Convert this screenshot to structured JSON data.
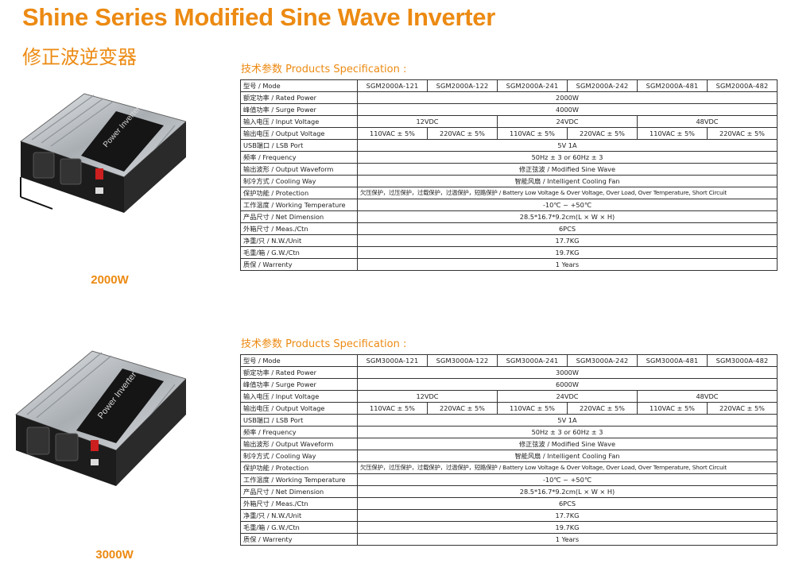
{
  "header": {
    "title": "Shine Series Modified Sine Wave Inverter",
    "subtitle": "修正波逆变器"
  },
  "colors": {
    "accent": "#ec8a12",
    "body": "#3a3a3a",
    "panel": "#c8ccd0"
  },
  "sections": [
    {
      "power_label": "2000W",
      "spec_heading": "技术参数 Products Specification :",
      "rows": {
        "model": {
          "label": "型号 / Mode",
          "values": [
            "SGM2000A-121",
            "SGM2000A-122",
            "SGM2000A-241",
            "SGM2000A-242",
            "SGM2000A-481",
            "SGM2000A-482"
          ]
        },
        "rated_power": {
          "label": "额定功率 / Rated Power",
          "value": "2000W"
        },
        "surge_power": {
          "label": "峰值功率 / Surge Power",
          "value": "4000W"
        },
        "input_voltage": {
          "label": "输入电压 / Input Voltage",
          "values": [
            "12VDC",
            "24VDC",
            "48VDC"
          ]
        },
        "output_voltage": {
          "label": "输出电压 / Output Voltage",
          "values": [
            "110VAC ± 5%",
            "220VAC ± 5%",
            "110VAC ± 5%",
            "220VAC ± 5%",
            "110VAC ± 5%",
            "220VAC ± 5%"
          ]
        },
        "usb_port": {
          "label": "USB端口 / LSB Port",
          "value": "5V 1A"
        },
        "frequency": {
          "label": "频率 / Frequency",
          "value": "50Hz ± 3 or 60Hz ± 3"
        },
        "output_waveform": {
          "label": "输出波形 / Output Waveform",
          "value": "修正弦波 / Modified Sine Wave"
        },
        "cooling_way": {
          "label": "制冷方式 / Cooling Way",
          "value": "智能风扇 / Intelligent Cooling Fan"
        },
        "protection": {
          "label": "保护功能 / Protection",
          "value": "欠压保护，过压保护，过载保护，过温保护，短路保护 / Battery Low Voltage & Over Voltage, Over Load, Over Temperature, Short Circuit"
        },
        "working_temperature": {
          "label": "工作温度 / Working Temperature",
          "value": "-10℃ ~ +50℃"
        },
        "net_dimension": {
          "label": "产品尺寸 / Net Dimension",
          "value": "28.5*16.7*9.2cm(L × W × H)"
        },
        "meas_ctn": {
          "label": "外箱尺寸 / Meas./Ctn",
          "value": "6PCS"
        },
        "nw_unit": {
          "label": "净重/只 / N.W./Unit",
          "value": "17.7KG"
        },
        "gw_ctn": {
          "label": "毛重/箱 / G.W./Ctn",
          "value": "19.7KG"
        },
        "warranty": {
          "label": "质保 / Warrenty",
          "value": "1 Years"
        }
      }
    },
    {
      "power_label": "3000W",
      "spec_heading": "技术参数 Products Specification :",
      "rows": {
        "model": {
          "label": "型号 / Mode",
          "values": [
            "SGM3000A-121",
            "SGM3000A-122",
            "SGM3000A-241",
            "SGM3000A-242",
            "SGM3000A-481",
            "SGM3000A-482"
          ]
        },
        "rated_power": {
          "label": "额定功率 / Rated Power",
          "value": "3000W"
        },
        "surge_power": {
          "label": "峰值功率 / Surge Power",
          "value": "6000W"
        },
        "input_voltage": {
          "label": "输入电压 / Input Voltage",
          "values": [
            "12VDC",
            "24VDC",
            "48VDC"
          ]
        },
        "output_voltage": {
          "label": "输出电压 / Output Voltage",
          "values": [
            "110VAC ± 5%",
            "220VAC ± 5%",
            "110VAC ± 5%",
            "220VAC ± 5%",
            "110VAC ± 5%",
            "220VAC ± 5%"
          ]
        },
        "usb_port": {
          "label": "USB端口 / LSB Port",
          "value": "5V 1A"
        },
        "frequency": {
          "label": "频率 / Frequency",
          "value": "50Hz ± 3 or 60Hz ± 3"
        },
        "output_waveform": {
          "label": "输出波形 / Output Waveform",
          "value": "修正弦波 / Modified Sine Wave"
        },
        "cooling_way": {
          "label": "制冷方式 / Cooling Way",
          "value": "智能风扇 / Intelligent Cooling Fan"
        },
        "protection": {
          "label": "保护功能 / Protection",
          "value": "欠压保护，过压保护，过载保护，过温保护，短路保护 / Battery Low Voltage & Over Voltage, Over Load, Over Temperature, Short Circuit"
        },
        "working_temperature": {
          "label": "工作温度 / Working Temperature",
          "value": "-10℃ ~ +50℃"
        },
        "net_dimension": {
          "label": "产品尺寸 / Net Dimension",
          "value": "28.5*16.7*9.2cm(L × W × H)"
        },
        "meas_ctn": {
          "label": "外箱尺寸 / Meas./Ctn",
          "value": "6PCS"
        },
        "nw_unit": {
          "label": "净重/只 / N.W./Unit",
          "value": "17.7KG"
        },
        "gw_ctn": {
          "label": "毛重/箱 / G.W./Ctn",
          "value": "19.7KG"
        },
        "warranty": {
          "label": "质保 / Warrenty",
          "value": "1 Years"
        }
      }
    }
  ]
}
